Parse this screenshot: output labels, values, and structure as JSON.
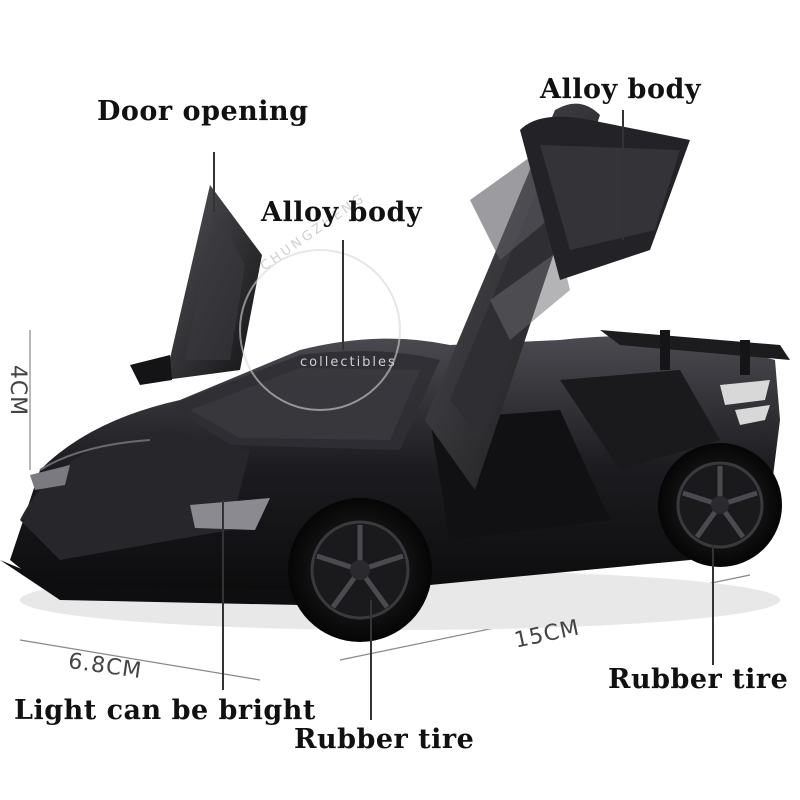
{
  "labels": {
    "door_opening": "Door opening",
    "alloy_body_top": "Alloy body",
    "alloy_body_mid": "Alloy body",
    "light": "Light can be bright",
    "rubber_tire_front": "Rubber tire",
    "rubber_tire_rear": "Rubber tire"
  },
  "dimensions": {
    "height": "4CM",
    "width": "6.8CM",
    "length": "15CM"
  },
  "watermark": {
    "top": "CHUNGZHENG",
    "bottom": "collectibles"
  },
  "colors": {
    "car_body": "#1a1a1c",
    "background": "#ffffff",
    "text": "#111111"
  }
}
